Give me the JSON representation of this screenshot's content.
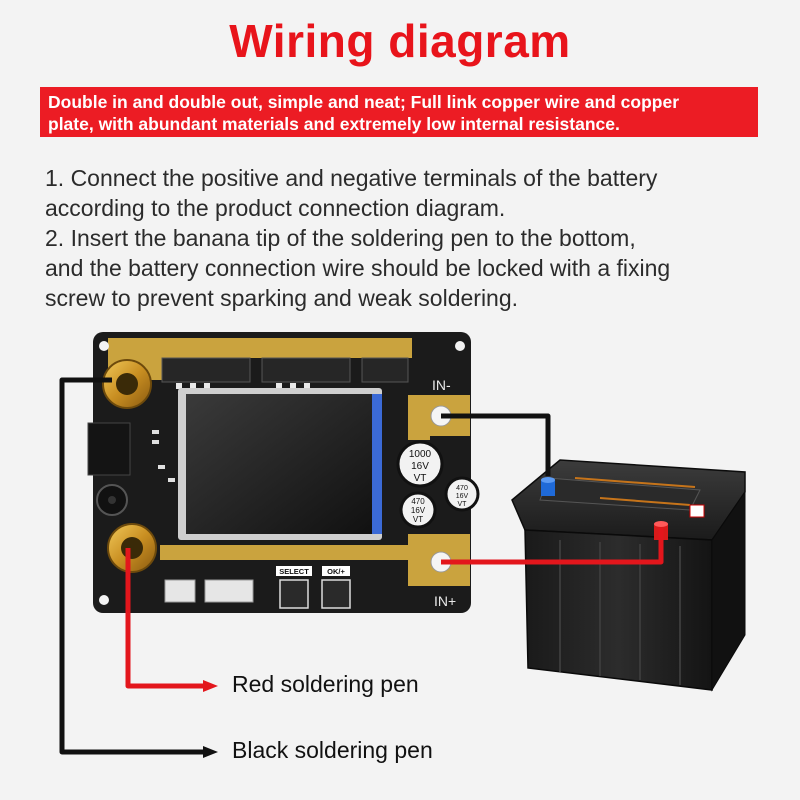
{
  "title": "Wiring diagram",
  "banner": {
    "line1": "Double in and double out, simple and neat; Full link copper wire and copper",
    "line2": "plate, with abundant materials and extremely low internal resistance."
  },
  "instructions": [
    "1. Connect the positive and negative terminals of the battery",
    "according to the product connection diagram.",
    "2. Insert the banana tip of the soldering pen to the bottom,",
    "and the battery connection wire should be locked with a fixing",
    "screw to prevent sparking and weak soldering."
  ],
  "board": {
    "in_minus": "IN-",
    "in_plus": "IN+",
    "select": "SELECT",
    "ok": "OK/+",
    "cap_large": [
      "1000",
      "16V",
      "VT"
    ],
    "cap_small": [
      "470",
      "16V",
      "VT"
    ],
    "cap_tilted": [
      "470",
      "16V",
      "VT"
    ]
  },
  "legend": {
    "red_pen": "Red soldering pen",
    "black_pen": "Black soldering pen"
  },
  "colors": {
    "accent_red": "#ec1c24",
    "wire_red": "#e3161c",
    "wire_black": "#111111",
    "board": "#1a1a1a",
    "copper": "#c9a23a"
  }
}
